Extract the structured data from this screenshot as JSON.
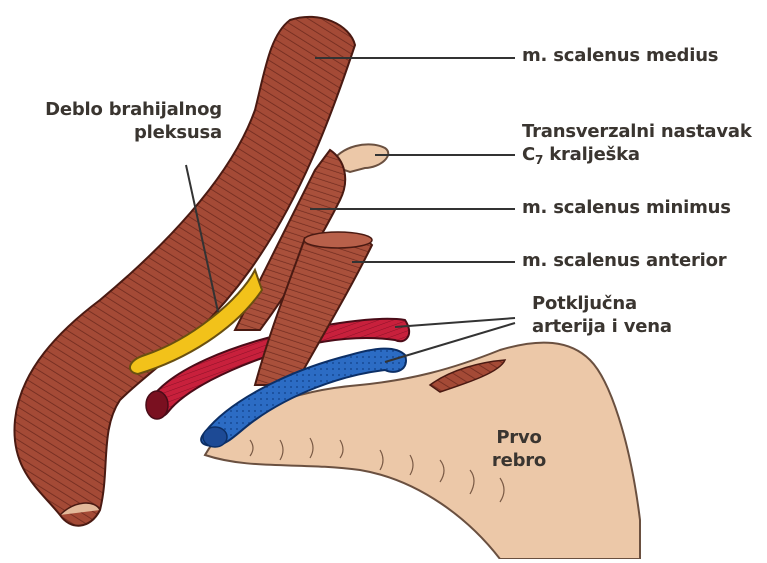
{
  "labels": {
    "scalenus_medius": "m. scalenus medius",
    "trunk_line1": "Deblo brahijalnog",
    "trunk_line2": "pleksusa",
    "transverse_line1": "Transverzalni nastavak",
    "transverse_c": "C",
    "transverse_sub": "7",
    "transverse_rest": " kralješka",
    "scalenus_minimus": "m. scalenus minimus",
    "scalenus_anterior": "m. scalenus anterior",
    "subclavian_line1": "Potključna",
    "subclavian_line2": "arterija i vena",
    "rib_line1": "Prvo",
    "rib_line2": "rebro"
  },
  "colors": {
    "muscle": "#a44a36",
    "muscle_stripe": "#6e2a1e",
    "bone": "#ecc8a8",
    "nerve": "#f2c21a",
    "artery": "#c8203c",
    "vein": "#2c6cc4",
    "leader": "#333333"
  }
}
